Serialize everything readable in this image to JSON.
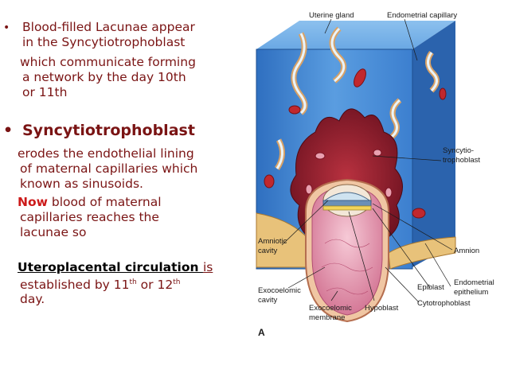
{
  "bullets": {
    "b1_line1": "Blood-filled Lacunae appear",
    "b1_line2": "in the  Syncytiotrophoblast",
    "b1_line3": "which communicate forming",
    "b1_line4": "a network by the day 10th",
    "b1_line5": "or 11th",
    "b2_title": "Syncytiotrophoblast",
    "b2_line1": "erodes the endothelial lining",
    "b2_line2": "of maternal capillaries which",
    "b2_line3": "known as sinusoids.",
    "now_word": "Now",
    "now_rest": " blood of maternal",
    "now_line2": "capillaries reaches the",
    "now_line3": "lacunae so",
    "utero_term": "Uteroplacental circulation ",
    "utero_is": "is",
    "est_prefix": "established by 11",
    "est_sup1": "th",
    "est_mid": " or 12",
    "est_sup2": "th",
    "est_last": "day."
  },
  "diagram": {
    "panel_letter": "A",
    "labels": {
      "uterine_gland": "Uterine gland",
      "endometrial_capillary": "Endometrial capillary",
      "syncytio1": "Syncytio-",
      "syncytio2": "trophoblast",
      "amnion": "Amnion",
      "amniotic1": "Amniotic",
      "amniotic2": "cavity",
      "epiblast": "Epiblast",
      "endometrial_epi1": "Endometrial",
      "endometrial_epi2": "epithelium",
      "exocoelomic_cavity1": "Exocoelomic",
      "exocoelomic_cavity2": "cavity",
      "exocoelomic_membrane1": "Exocoelomic",
      "exocoelomic_membrane2": "membrane",
      "hypoblast": "Hypoblast",
      "cytotrophoblast": "Cytotrophoblast"
    },
    "colors": {
      "tissue_blue": "#4f8fd6",
      "syncytio_red": "#8f1f2a",
      "exocoelom_pink": "#e79bb2"
    }
  }
}
